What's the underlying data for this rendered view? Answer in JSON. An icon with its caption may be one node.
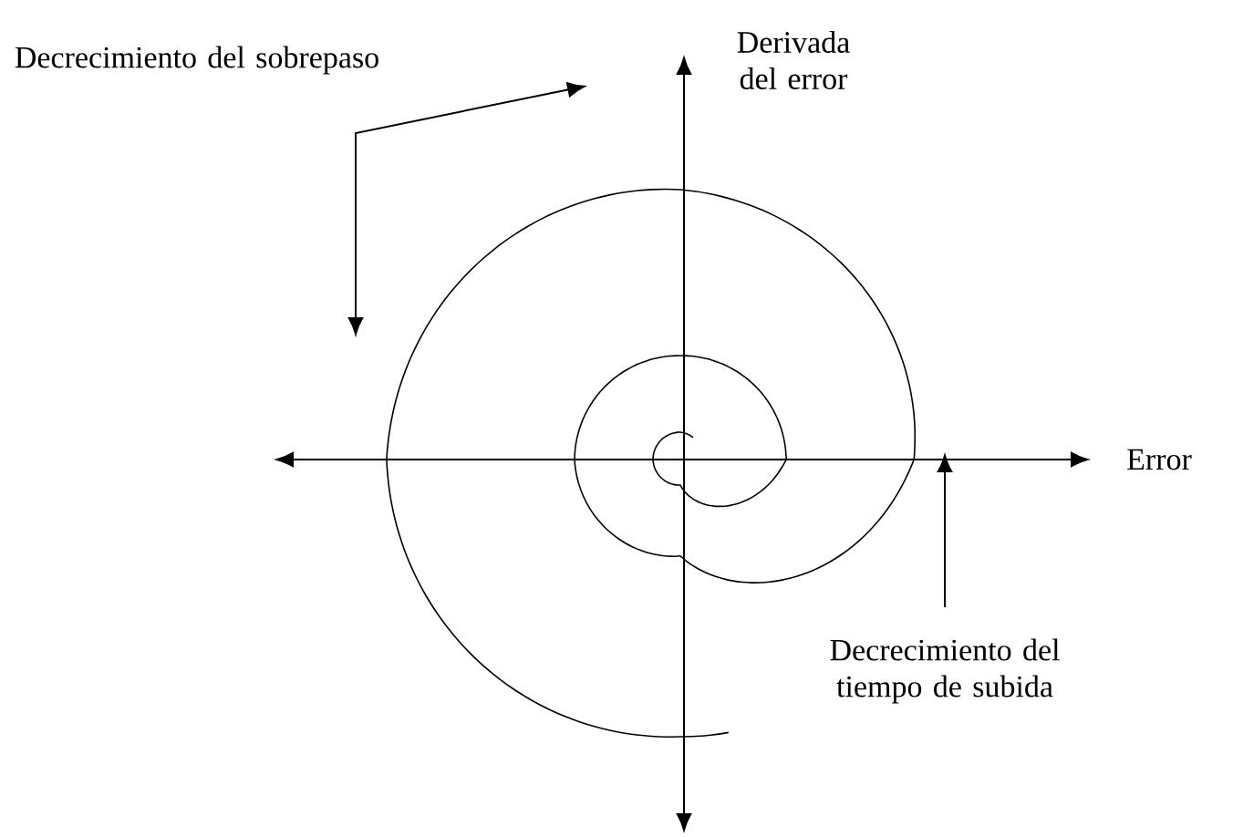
{
  "diagram": {
    "labels": [
      "Decrecimiento del sobrepaso",
      "Derivada del error",
      "Error",
      "Decrecimiento del tiempo de subida"
    ]
  }
}
